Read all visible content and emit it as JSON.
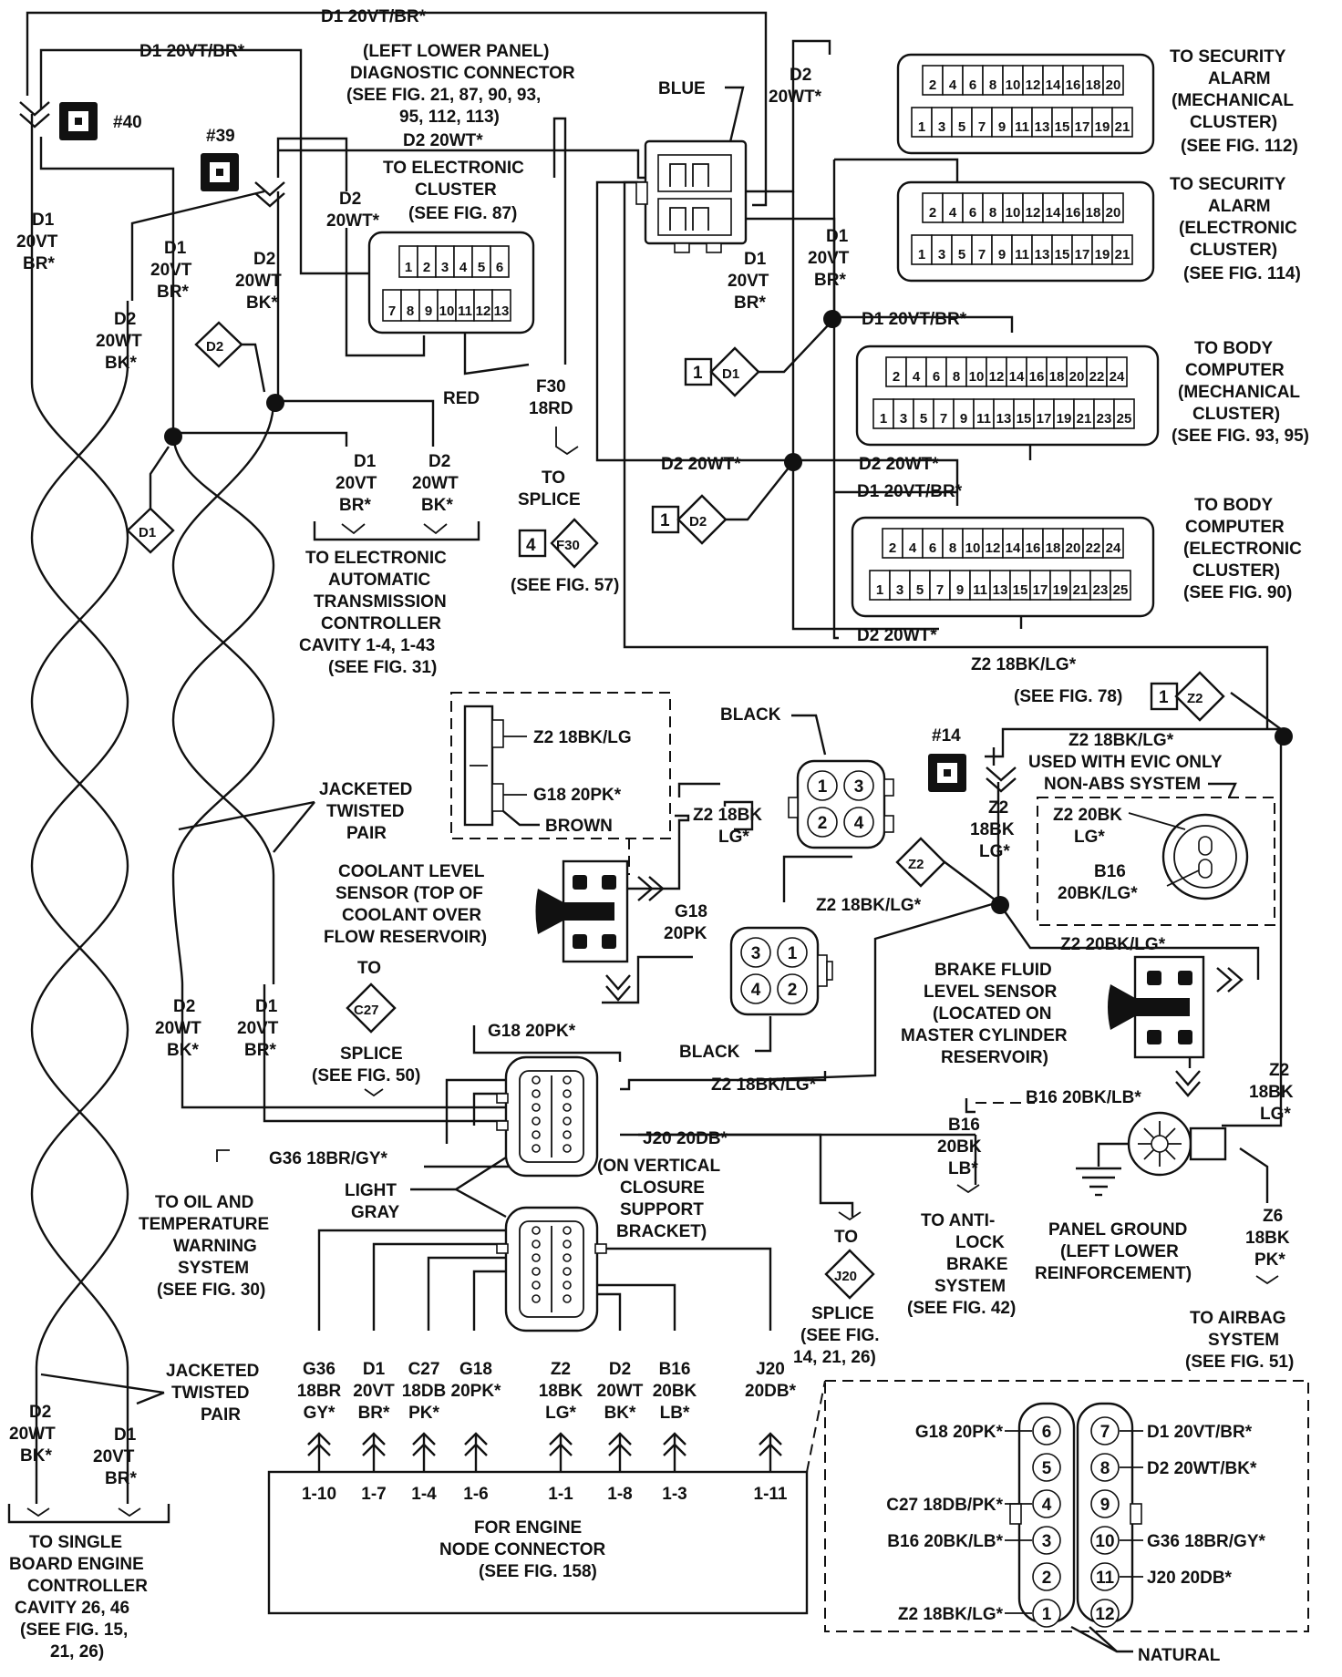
{
  "splice_labels": {
    "s40": "#40",
    "s39": "#39",
    "s14": "#14"
  },
  "top": {
    "d1_top": "D1 20VT/BR*",
    "d1_left": "D1 20VT/BR*",
    "d2_mid": "D2 20WT*",
    "diag_line1": "(LEFT LOWER PANEL)",
    "diag_line2": "DIAGNOSTIC CONNECTOR",
    "diag_line3": "(SEE FIG. 21, 87, 90, 93,",
    "diag_line4": "95, 112, 113)",
    "blue": "BLUE",
    "d2_right_a": "D2",
    "d2_right_b": "20WT*"
  },
  "elec_cluster": {
    "l1": "TO ELECTRONIC",
    "l2": "CLUSTER",
    "l3": "(SEE FIG. 87)",
    "d2_a": "D2",
    "d2_b": "20WT*",
    "pins_top": [
      "1",
      "2",
      "3",
      "4",
      "5",
      "6"
    ],
    "pins_bottom": [
      "7",
      "8",
      "9",
      "10",
      "11",
      "12",
      "13"
    ],
    "red": "RED"
  },
  "left_wires": {
    "d1_a": "D1",
    "d1_b": "20VT",
    "d1_c": "BR*",
    "d1m_a": "D1",
    "d1m_b": "20VT",
    "d1m_c": "BR*",
    "d2_a": "D2",
    "d2_b": "20WT",
    "d2_c": "BK*",
    "d2m_a": "D2",
    "d2m_b": "20WT",
    "d2m_c": "BK*",
    "tag_d2": "D2",
    "tag_d1": "D1"
  },
  "eatc": {
    "d1_a": "D1",
    "d1_b": "20VT",
    "d1_c": "BR*",
    "d2_a": "D2",
    "d2_b": "20WT",
    "d2_c": "BK*",
    "l1": "TO ELECTRONIC",
    "l2": "AUTOMATIC",
    "l3": "TRANSMISSION",
    "l4": "CONTROLLER",
    "l5": "CAVITY 1-4, 1-43",
    "l6": "(SEE FIG. 31)"
  },
  "f30": {
    "a": "F30",
    "b": "18RD",
    "to": "TO",
    "splice": "SPLICE",
    "num": "4",
    "tag": "F30",
    "see": "(SEE FIG. 57)"
  },
  "center": {
    "d1_a": "D1",
    "d1_b": "20VT",
    "d1_c": "BR*",
    "d1r_a": "D1",
    "d1r_b": "20VT",
    "d1r_c": "BR*",
    "num1": "1",
    "tag_d1": "D1",
    "num2": "1",
    "tag_d2": "D2",
    "d2_20wt": "D2 20WT*"
  },
  "sec_mech": {
    "l1": "TO SECURITY",
    "l2": "ALARM",
    "l3": "(MECHANICAL",
    "l4": "CLUSTER)",
    "l5": "(SEE FIG. 112)",
    "pins_top": [
      "2",
      "4",
      "6",
      "8",
      "10",
      "12",
      "14",
      "16",
      "18",
      "20"
    ],
    "pins_bottom": [
      "1",
      "3",
      "5",
      "7",
      "9",
      "11",
      "13",
      "15",
      "17",
      "19",
      "21"
    ]
  },
  "sec_elec": {
    "l1": "TO SECURITY",
    "l2": "ALARM",
    "l3": "(ELECTRONIC",
    "l4": "CLUSTER)",
    "l5": "(SEE FIG. 114)",
    "pins_top": [
      "2",
      "4",
      "6",
      "8",
      "10",
      "12",
      "14",
      "16",
      "18",
      "20"
    ],
    "pins_bottom": [
      "1",
      "3",
      "5",
      "7",
      "9",
      "11",
      "13",
      "15",
      "17",
      "19",
      "21"
    ]
  },
  "body_mech": {
    "wire_top": "D1 20VT/BR*",
    "wire_bot": "D2 20WT*",
    "l1": "TO BODY",
    "l2": "COMPUTER",
    "l3": "(MECHANICAL",
    "l4": "CLUSTER)",
    "l5": "(SEE FIG. 93, 95)",
    "pins_top": [
      "2",
      "4",
      "6",
      "8",
      "10",
      "12",
      "14",
      "16",
      "18",
      "20",
      "22",
      "24"
    ],
    "pins_bottom": [
      "1",
      "3",
      "5",
      "7",
      "9",
      "11",
      "13",
      "15",
      "17",
      "19",
      "21",
      "23",
      "25"
    ]
  },
  "body_elec": {
    "wire_top": "D1 20VT/BR*",
    "wire_bot": "D2 20WT*",
    "l1": "TO BODY",
    "l2": "COMPUTER",
    "l3": "(ELECTRONIC",
    "l4": "CLUSTER)",
    "l5": "(SEE FIG. 90)",
    "pins_top": [
      "2",
      "4",
      "6",
      "8",
      "10",
      "12",
      "14",
      "16",
      "18",
      "20",
      "22",
      "24"
    ],
    "pins_bottom": [
      "1",
      "3",
      "5",
      "7",
      "9",
      "11",
      "13",
      "15",
      "17",
      "19",
      "21",
      "23",
      "25"
    ]
  },
  "z2": {
    "main": "Z2 18BK/LG*",
    "see": "(SEE FIG. 78)",
    "num": "1",
    "tag": "Z2",
    "wire2": "Z2 18BK/LG*",
    "evic1": "USED WITH EVIC ONLY",
    "evic2": "NON-ABS SYSTEM",
    "vert_a": "Z2",
    "vert_b": "18BK",
    "vert_c": "LG*",
    "z2_20bk": "Z2 20BK",
    "lg": "LG*",
    "b16_a": "B16",
    "b16_b": "20BK/LG*",
    "tag2": "Z2",
    "wire3": "Z2 18BK/LG*",
    "wire4": "Z2 20BK/LG*",
    "wire5": "Z2 18BK/LG*",
    "right_a": "Z2",
    "right_b": "18BK",
    "right_c": "LG*"
  },
  "coolant": {
    "inset_z2": "Z2 18BK/LG",
    "inset_g18": "G18 20PK*",
    "brown": "BROWN",
    "black1": "BLACK",
    "pins_a": [
      "1",
      "3",
      "2",
      "4"
    ],
    "z2_a": "Z2 18BK",
    "z2_b": "LG*",
    "l1": "COOLANT LEVEL",
    "l2": "SENSOR (TOP OF",
    "l3": "COOLANT OVER",
    "l4": "FLOW RESERVOIR)",
    "g18_a": "G18",
    "g18_b": "20PK",
    "pins_b": [
      "3",
      "1",
      "4",
      "2"
    ],
    "black2": "BLACK"
  },
  "brake": {
    "l1": "BRAKE FLUID",
    "l2": "LEVEL SENSOR",
    "l3": "(LOCATED ON",
    "l4": "MASTER CYLINDER",
    "l5": "RESERVOIR)",
    "b16": "B16 20BK/LB*"
  },
  "bottom_left": {
    "to": "TO",
    "tag": "C27",
    "splice": "SPLICE",
    "see": "(SEE FIG. 50)",
    "d2_a": "D2",
    "d2_b": "20WT",
    "d2_c": "BK*",
    "d1_a": "D1",
    "d1_b": "20VT",
    "d1_c": "BR*",
    "g18": "G18 20PK*",
    "g36": "G36 18BR/GY*",
    "oil1": "TO OIL AND",
    "oil2": "TEMPERATURE",
    "oil3": "WARNING",
    "oil4": "SYSTEM",
    "oil5": "(SEE FIG. 30)",
    "lg1": "LIGHT",
    "lg2": "GRAY",
    "j20": "J20 20DB*",
    "ov1": "(ON VERTICAL",
    "ov2": "CLOSURE",
    "ov3": "SUPPORT",
    "ov4": "BRACKET)"
  },
  "j20_splice": {
    "to": "TO",
    "tag": "J20",
    "l1": "SPLICE",
    "l2": "(SEE FIG.",
    "l3": "14, 21, 26)"
  },
  "abs": {
    "a": "B16",
    "b": "20BK",
    "c": "LB*",
    "l1": "TO ANTI-",
    "l2": "LOCK",
    "l3": "BRAKE",
    "l4": "SYSTEM",
    "l5": "(SEE FIG. 42)"
  },
  "ground": {
    "l1": "PANEL GROUND",
    "l2": "(LEFT LOWER",
    "l3": "REINFORCEMENT)",
    "z6_a": "Z6",
    "z6_b": "18BK",
    "z6_c": "PK*",
    "air1": "TO AIRBAG",
    "air2": "SYSTEM",
    "air3": "(SEE FIG. 51)"
  },
  "twisted": {
    "a1": "JACKETED",
    "a2": "TWISTED",
    "a3": "PAIR",
    "b1": "JACKETED",
    "b2": "TWISTED",
    "b3": "PAIR"
  },
  "engine_node": {
    "wires": [
      {
        "a": "G36",
        "b": "18BR",
        "c": "GY*"
      },
      {
        "a": "D1",
        "b": "20VT",
        "c": "BR*"
      },
      {
        "a": "C27",
        "b": "18DB",
        "c": "PK*"
      },
      {
        "a": "G18",
        "b": "20PK*",
        "c": ""
      },
      {
        "a": "Z2",
        "b": "18BK",
        "c": "LG*"
      },
      {
        "a": "D2",
        "b": "20WT",
        "c": "BK*"
      },
      {
        "a": "B16",
        "b": "20BK",
        "c": "LB*"
      },
      {
        "a": "J20",
        "b": "20DB*",
        "c": ""
      }
    ],
    "cavities": [
      "1-10",
      "1-7",
      "1-4",
      "1-6",
      "1-1",
      "1-8",
      "1-3",
      "1-11"
    ],
    "l1": "FOR ENGINE",
    "l2": "NODE CONNECTOR",
    "l3": "(SEE FIG. 158)"
  },
  "sbec": {
    "d2_a": "D2",
    "d2_b": "20WT",
    "d2_c": "BK*",
    "d1_a": "D1",
    "d1_b": "20VT",
    "d1_c": "BR*",
    "l1": "TO SINGLE",
    "l2": "BOARD ENGINE",
    "l3": "CONTROLLER",
    "l4": "CAVITY 26, 46",
    "l5": "(SEE FIG. 15,",
    "l6": "21, 26)"
  },
  "pinout": {
    "left_pins": [
      "6",
      "5",
      "4",
      "3",
      "2",
      "1"
    ],
    "right_pins": [
      "7",
      "8",
      "9",
      "10",
      "11",
      "12"
    ],
    "left_labels": [
      "G18 20PK*",
      "C27 18DB/PK*",
      "B16 20BK/LB*",
      "Z2 18BK/LG*"
    ],
    "right_labels": [
      "D1 20VT/BR*",
      "D2 20WT/BK*",
      "G36 18BR/GY*",
      "J20 20DB*"
    ],
    "natural": "NATURAL"
  }
}
